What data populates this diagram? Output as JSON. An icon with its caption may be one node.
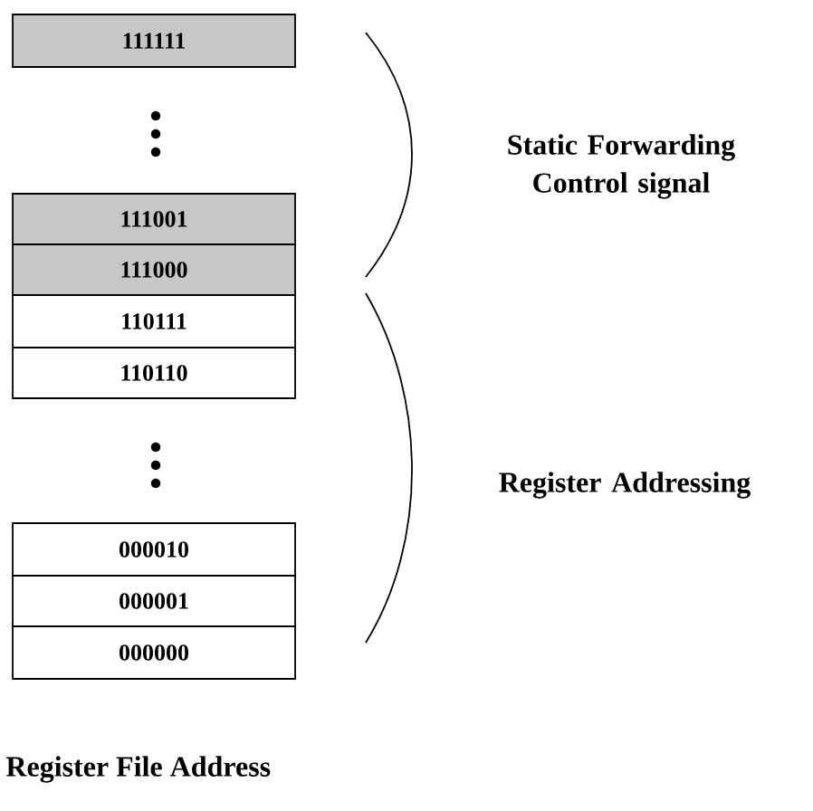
{
  "diagram": {
    "caption": "Register File Address",
    "nodes": [
      {
        "text": [
          "111111"
        ]
      },
      {
        "text": [
          "111001"
        ]
      },
      {
        "text": [
          "111000"
        ]
      },
      {
        "text": [
          "110111"
        ]
      },
      {
        "text": [
          "110110"
        ]
      },
      {
        "text": [
          "000010"
        ]
      },
      {
        "text": [
          "000001"
        ]
      },
      {
        "text": [
          "000000"
        ]
      }
    ],
    "labels": [
      "Static Forwarding Control signal",
      "Register Addressing"
    ]
  }
}
